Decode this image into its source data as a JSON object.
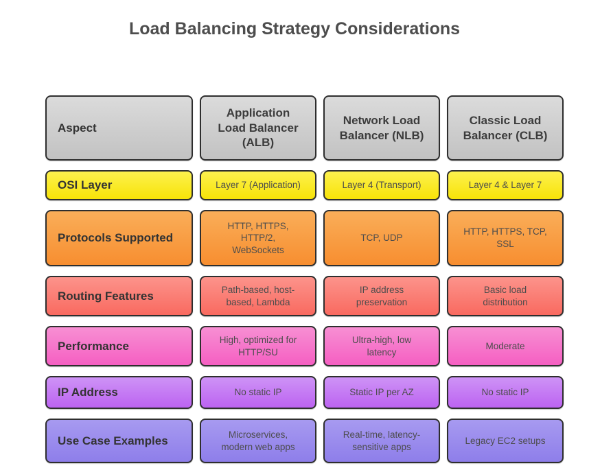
{
  "title": "Load Balancing Strategy Considerations",
  "table": {
    "header": {
      "aspect": "Aspect",
      "columns": [
        "Application\nLoad Balancer\n(ALB)",
        "Network Load\nBalancer (NLB)",
        "Classic Load\nBalancer (CLB)"
      ]
    },
    "rows": [
      {
        "aspect": "OSI Layer",
        "values": [
          "Layer 7 (Application)",
          "Layer 4 (Transport)",
          "Layer 4 & Layer 7"
        ]
      },
      {
        "aspect": "Protocols Supported",
        "values": [
          "HTTP, HTTPS,\nHTTP/2,\nWebSockets",
          "TCP, UDP",
          "HTTP, HTTPS, TCP,\nSSL"
        ]
      },
      {
        "aspect": "Routing Features",
        "values": [
          "Path-based, host-\nbased, Lambda",
          "IP address\npreservation",
          "Basic load\ndistribution"
        ]
      },
      {
        "aspect": "Performance",
        "values": [
          "High, optimized for\nHTTP/SU",
          "Ultra-high, low\nlatency",
          "Moderate"
        ]
      },
      {
        "aspect": "IP Address",
        "values": [
          "No static IP",
          "Static IP per AZ",
          "No static IP"
        ]
      },
      {
        "aspect": "Use Case Examples",
        "values": [
          "Microservices,\nmodern web apps",
          "Real-time, latency-\nsensitive apps",
          "Legacy EC2 setups"
        ]
      }
    ],
    "row_colors": [
      {
        "name": "header",
        "top": "#dbdbdb",
        "bottom": "#c2c2c2"
      },
      {
        "name": "osi-layer",
        "top": "#fdf14e",
        "bottom": "#f7e308"
      },
      {
        "name": "protocols",
        "top": "#faae59",
        "bottom": "#f78e30"
      },
      {
        "name": "routing",
        "top": "#fc938b",
        "bottom": "#f96a60"
      },
      {
        "name": "performance",
        "top": "#f78fd3",
        "bottom": "#f55fc2"
      },
      {
        "name": "ip-address",
        "top": "#ce93f6",
        "bottom": "#bc63f1"
      },
      {
        "name": "use-case",
        "top": "#a79af0",
        "bottom": "#8e7eea"
      }
    ],
    "border_color": "#2e2e2e"
  }
}
